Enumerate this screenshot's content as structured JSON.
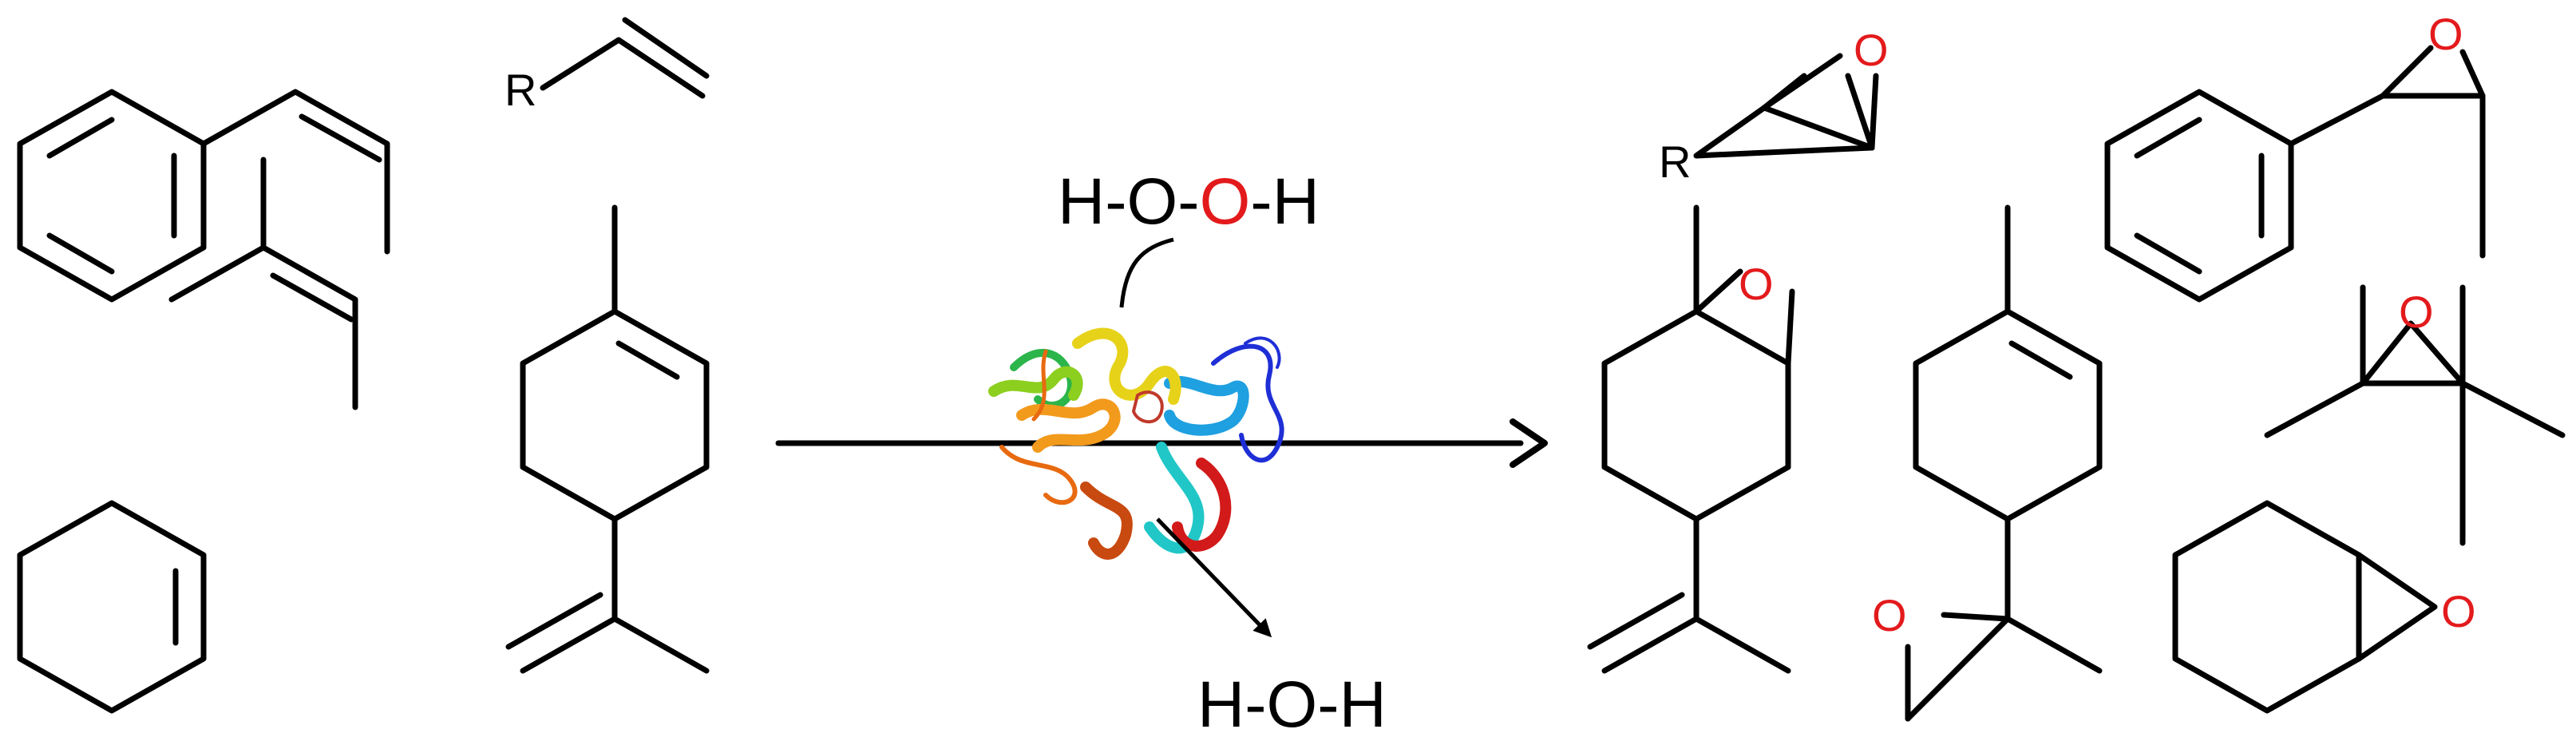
{
  "reaction": {
    "cosubstrate": {
      "h1": "H-O-",
      "o": "O",
      "h2": "-H"
    },
    "byproduct": "H-O-H",
    "substituent_label": "R",
    "oxygen_label": "O"
  },
  "colors": {
    "bond": "#000000",
    "oxygen": "#e31a1c",
    "protein_spectrum": [
      "#1f2fd6",
      "#1fa0e0",
      "#21c7c7",
      "#2bb54a",
      "#8ccf1f",
      "#e7d21a",
      "#f29a1c",
      "#e86a10",
      "#c84a10",
      "#d21a1a"
    ]
  }
}
